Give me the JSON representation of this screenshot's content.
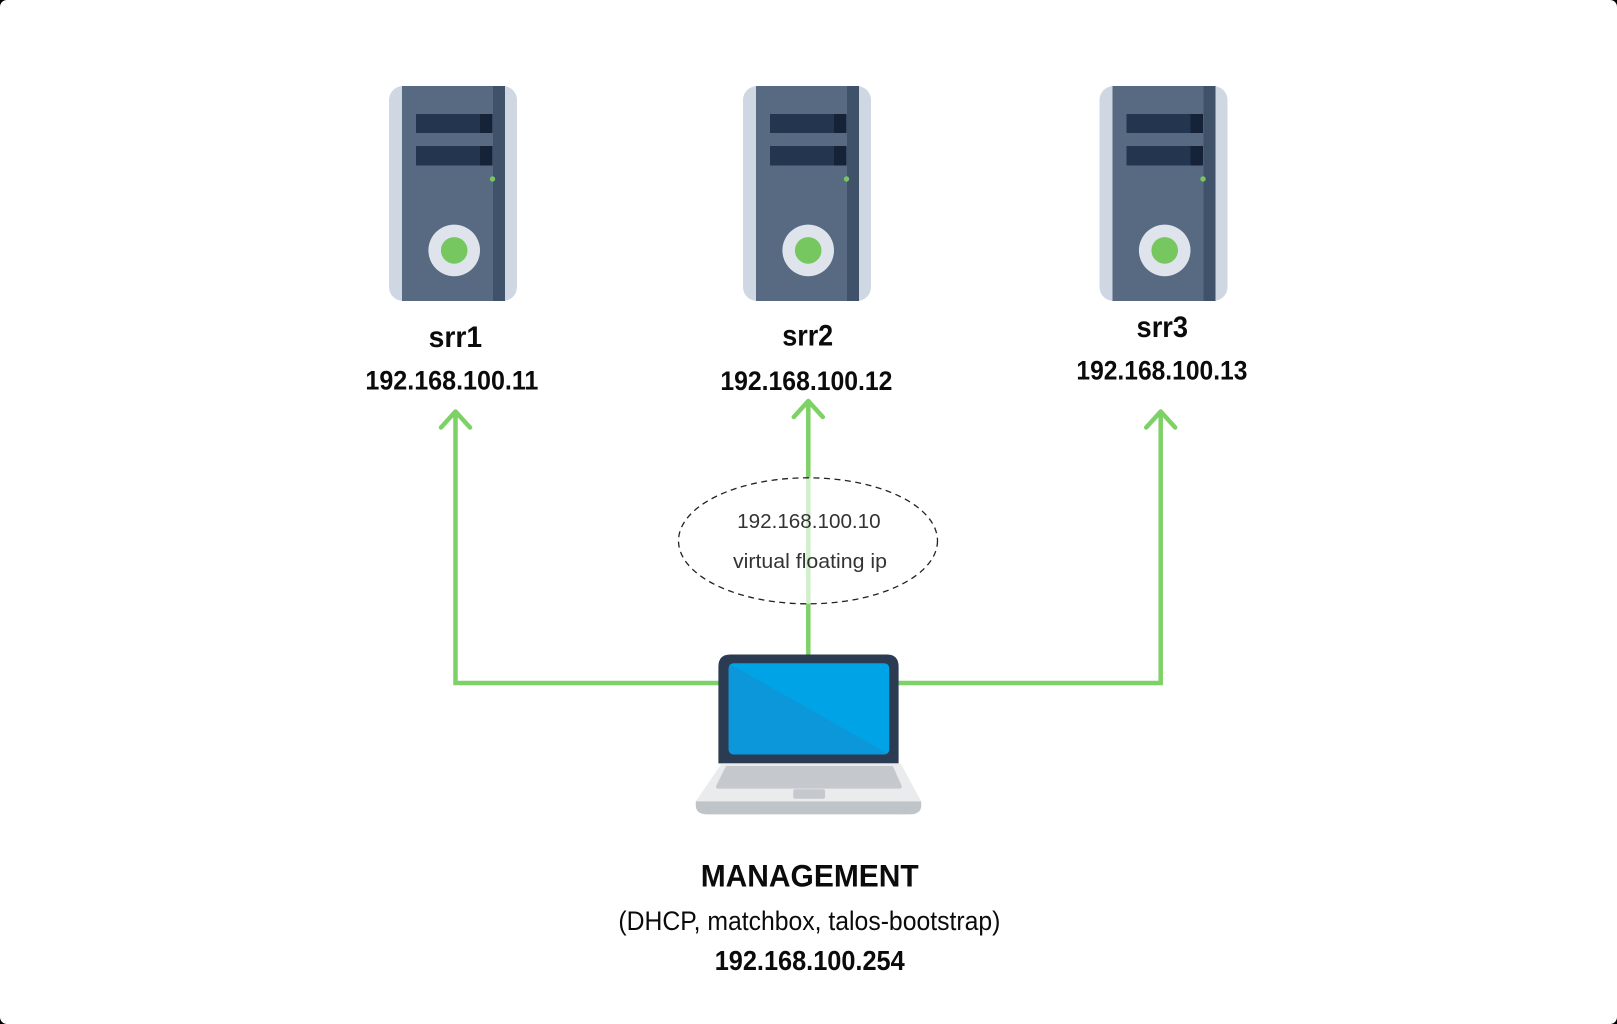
{
  "colors": {
    "line_green": "#7dd166",
    "icon_green": "#76c75f",
    "tower_outer": "#cfd7e2",
    "tower_body": "#576a82",
    "tower_strip": "#405269",
    "tower_bar": "#24364f",
    "tower_bar_dark": "#152238",
    "tower_ring": "#dfe4ec",
    "laptop_bezel": "#2b3b52",
    "laptop_screen_light": "#00a3e6",
    "laptop_screen_dark": "#0b97da",
    "laptop_base": "#e9ebed",
    "laptop_keys": "#c5c9cd",
    "laptop_bottom": "#bfc4c9",
    "label_text": "#0b0b0b",
    "ellipse_text": "#333333"
  },
  "servers": [
    {
      "name": "srr1",
      "ip": "192.168.100.11"
    },
    {
      "name": "srr2",
      "ip": "192.168.100.12"
    },
    {
      "name": "srr3",
      "ip": "192.168.100.13"
    }
  ],
  "floating_ip": {
    "ip": "192.168.100.10",
    "label": "virtual floating ip"
  },
  "management": {
    "title": "MANAGEMENT",
    "services": "(DHCP, matchbox, talos-bootstrap)",
    "ip": "192.168.100.254"
  }
}
